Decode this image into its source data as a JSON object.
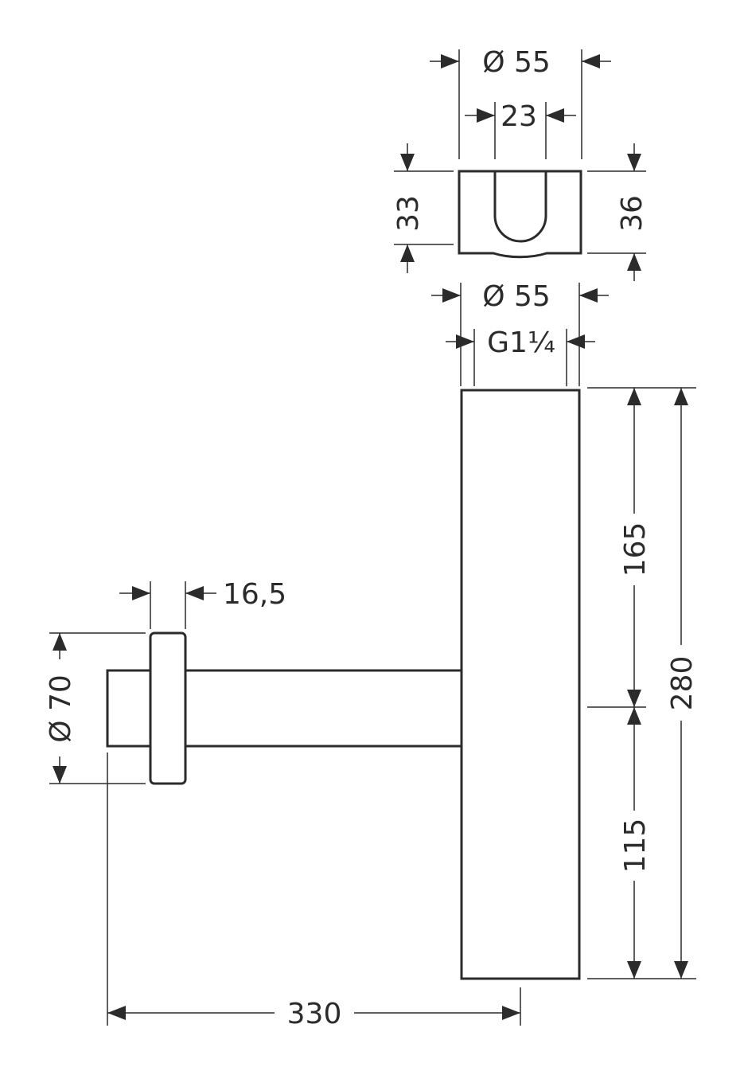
{
  "dimensions": {
    "cap_outer_diameter": "Ø 55",
    "cap_slot_width": "23",
    "cap_height_left": "33",
    "cap_height_right": "36",
    "pipe_outer_diameter": "Ø 55",
    "thread_size": "G1¼",
    "flange_thickness": "16,5",
    "flange_diameter": "Ø 70",
    "upper_length": "165",
    "lower_length": "115",
    "total_height": "280",
    "wall_distance": "330"
  }
}
